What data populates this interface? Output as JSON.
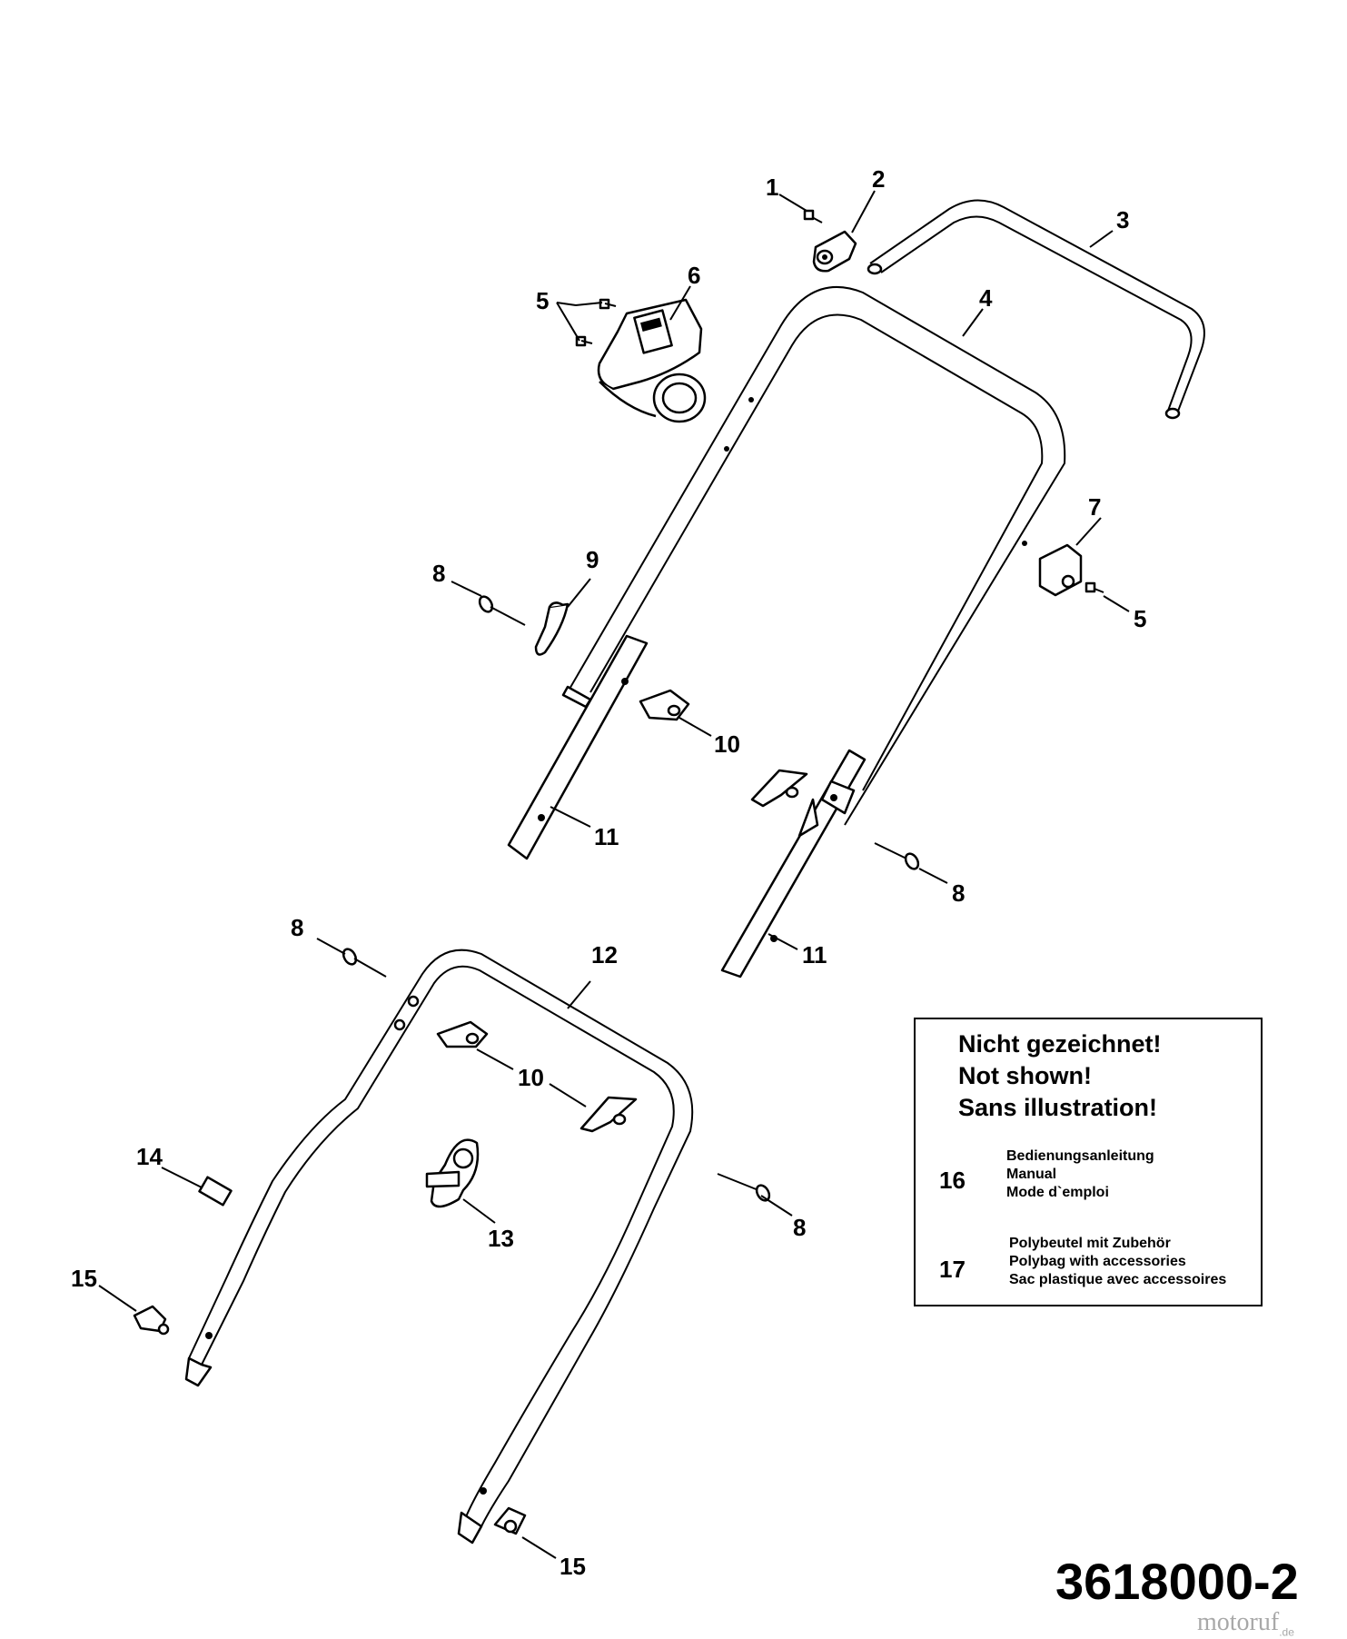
{
  "callouts": {
    "c1": "1",
    "c2": "2",
    "c3": "3",
    "c4": "4",
    "c5a": "5",
    "c5b": "5",
    "c6": "6",
    "c7": "7",
    "c8a": "8",
    "c8b": "8",
    "c8c": "8",
    "c8d": "8",
    "c9": "9",
    "c10a": "10",
    "c10b": "10",
    "c11a": "11",
    "c11b": "11",
    "c12": "12",
    "c13": "13",
    "c14": "14",
    "c15a": "15",
    "c15b": "15"
  },
  "not_shown": {
    "heading": [
      "Nicht gezeichnet!",
      "Not shown!",
      "Sans illustration!"
    ],
    "items": [
      {
        "number": "16",
        "lines": [
          "Bedienungsanleitung",
          "Manual",
          "Mode d`emploi"
        ]
      },
      {
        "number": "17",
        "lines": [
          "Polybeutel mit Zubehör",
          "Polybag with accessories",
          "Sac plastique avec accessoires"
        ]
      }
    ]
  },
  "diagram_number": "3618000-2",
  "watermark": {
    "brand": "motoruf",
    "tld": ".de"
  }
}
